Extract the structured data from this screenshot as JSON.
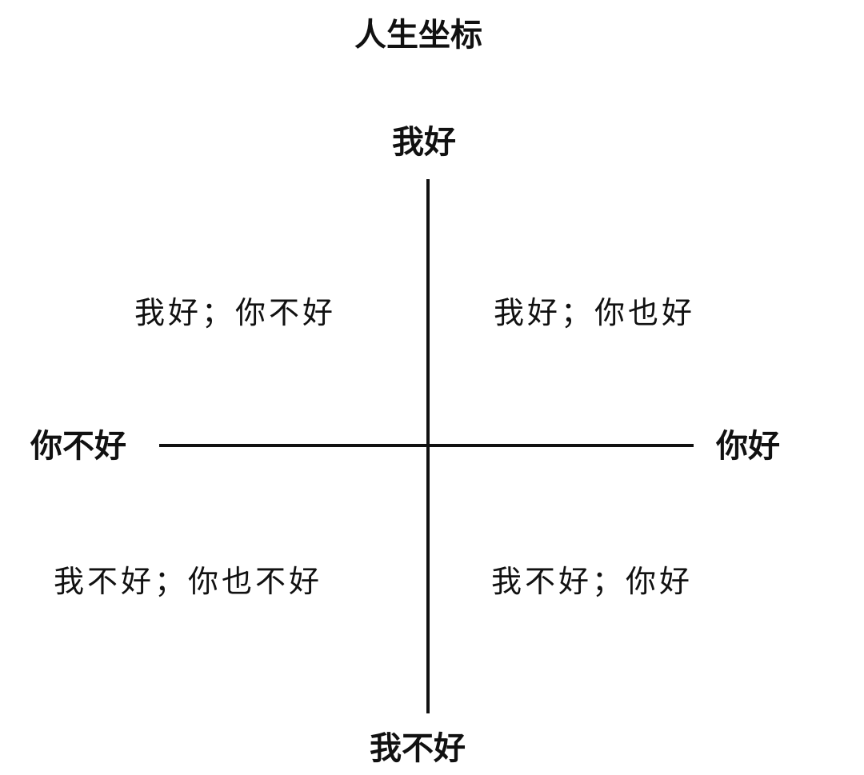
{
  "title": "人生坐标",
  "axes": {
    "top": "我好",
    "bottom": "我不好",
    "left": "你不好",
    "right": "你好"
  },
  "quadrants": {
    "top_left": "我好；你不好",
    "top_right": "我好；你也好",
    "bottom_left": "我不好；你也不好",
    "bottom_right": "我不好；你好"
  }
}
